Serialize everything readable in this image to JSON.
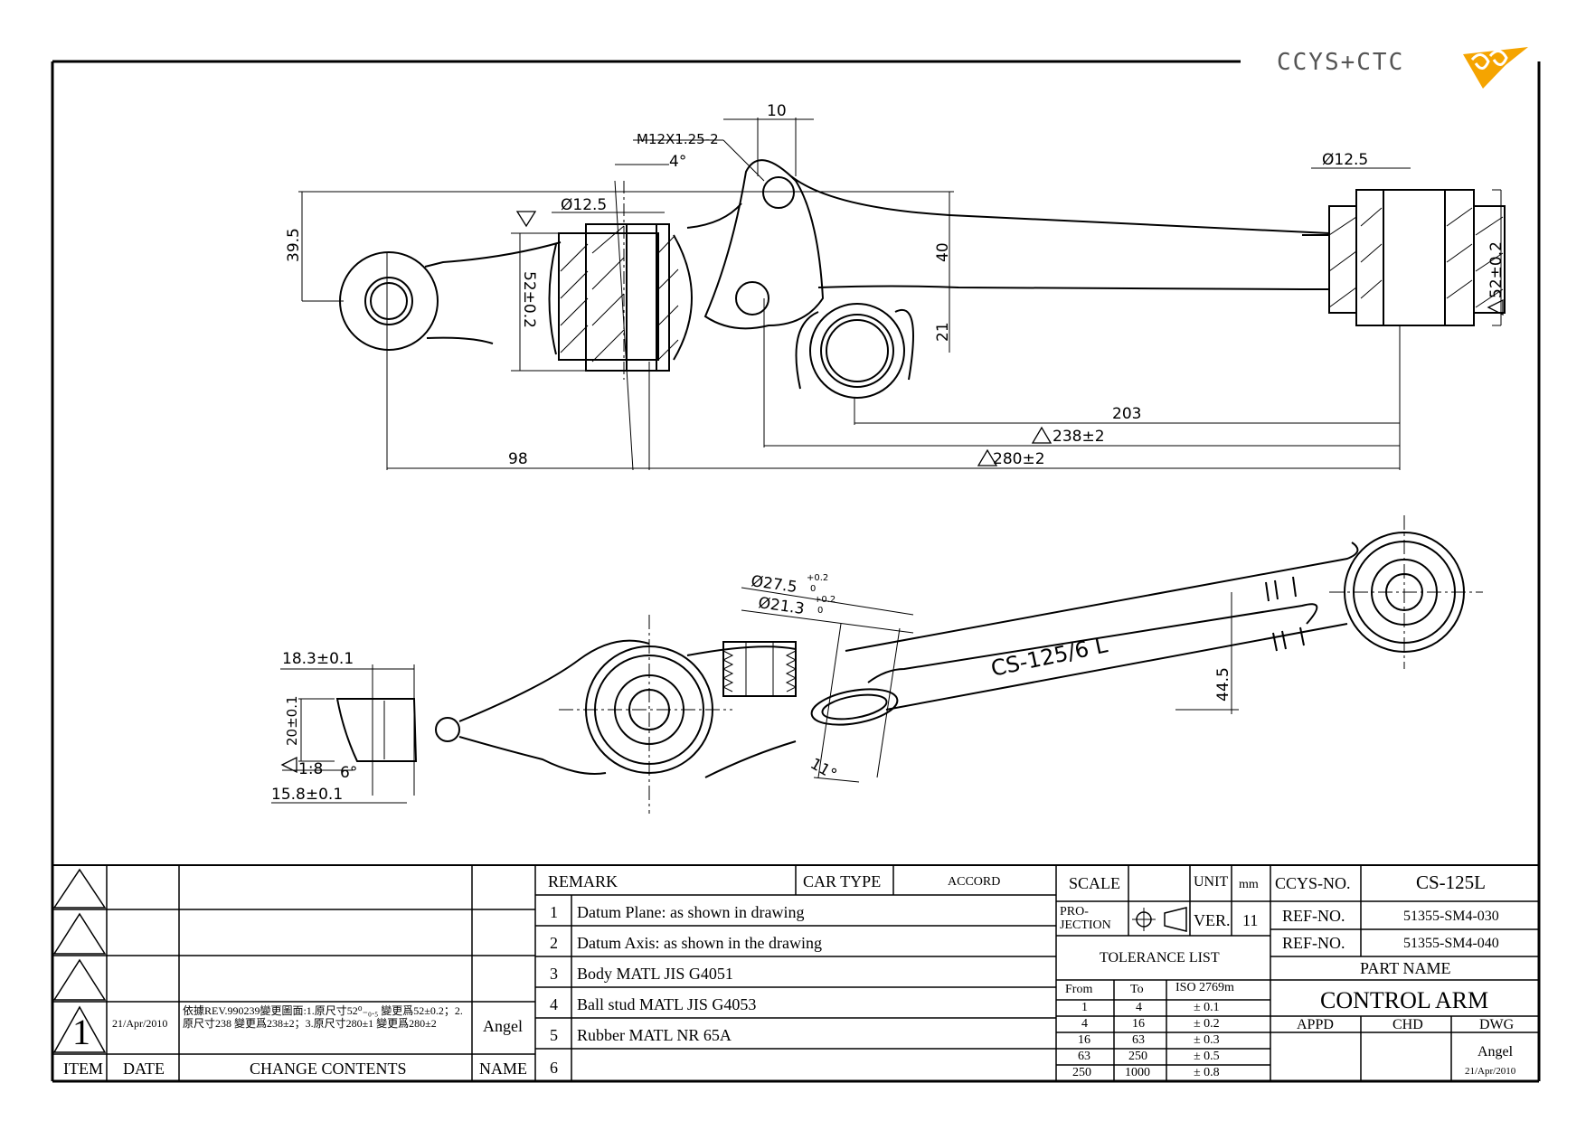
{
  "logo": {
    "text": "CCYS+CTC",
    "accent_color": "#f5a400"
  },
  "dims_top": {
    "m12": "M12X1.25-2",
    "d10": "10",
    "a4": "4°",
    "d12a": "Ø12.5",
    "d12b": "Ø12.5",
    "d39": "39.5",
    "d52a": "52±0.2",
    "d52b": "52±0.2",
    "d40": "40",
    "d21": "21",
    "d203": "203",
    "d238": "238±2",
    "d280": "280±2",
    "d98": "98"
  },
  "dims_bottom": {
    "d27": "Ø27.5",
    "d21": "Ø21.3",
    "tol_plus": "+0.2",
    "tol_zero": "0",
    "d18": "18.3±0.1",
    "d20": "20±0.1",
    "d1_8": "1:8",
    "a6": "6°",
    "d15": "15.8±0.1",
    "a11": "11°",
    "d44": "44.5",
    "stamp": "CS-125/6 L"
  },
  "revision": {
    "headers": {
      "item": "ITEM",
      "date": "DATE",
      "change": "CHANGE CONTENTS",
      "name": "NAME"
    },
    "row1": {
      "item": "1",
      "date": "21/Apr/2010",
      "change": "依據REV.990239變更圖面:1.原尺寸52⁰₋₀.₅ 變更爲52±0.2；2.原尺寸238 變更爲238±2；3.原尺寸280±1 變更爲280±2",
      "name": "Angel"
    }
  },
  "remarks": {
    "header": "REMARK",
    "car_type_label": "CAR TYPE",
    "car_type": "ACCORD",
    "items": [
      {
        "n": "1",
        "text": "Datum Plane: as shown in drawing"
      },
      {
        "n": "2",
        "text": "Datum Axis: as shown in the drawing"
      },
      {
        "n": "3",
        "text": "Body MATL JIS G4051"
      },
      {
        "n": "4",
        "text": "Ball stud MATL JIS G4053"
      },
      {
        "n": "5",
        "text": "Rubber MATL NR 65A"
      },
      {
        "n": "6",
        "text": ""
      }
    ]
  },
  "spec": {
    "scale_label": "SCALE",
    "scale_value": "",
    "unit_label": "UNIT",
    "unit": "mm",
    "projection": "PRO-JECTION",
    "ver_label": "VER.",
    "ver": "11",
    "tolerance_title": "TOLERANCE LIST",
    "tol_headers": [
      "From",
      "To",
      "ISO 2769m"
    ],
    "tolerances": [
      [
        "1",
        "4",
        "± 0.1"
      ],
      [
        "4",
        "16",
        "± 0.2"
      ],
      [
        "16",
        "63",
        "± 0.3"
      ],
      [
        "63",
        "250",
        "± 0.5"
      ],
      [
        "250",
        "1000",
        "± 0.8"
      ]
    ]
  },
  "part": {
    "ccys_label": "CCYS-NO.",
    "ccys_no": "CS-125L",
    "ref_label": "REF-NO.",
    "ref1": "51355-SM4-030",
    "ref2": "51355-SM4-040",
    "part_name_label": "PART NAME",
    "part_name": "CONTROL ARM",
    "appd": "APPD",
    "chd": "CHD",
    "dwg": "DWG",
    "drawn_by": "Angel",
    "drawn_date": "21/Apr/2010"
  }
}
